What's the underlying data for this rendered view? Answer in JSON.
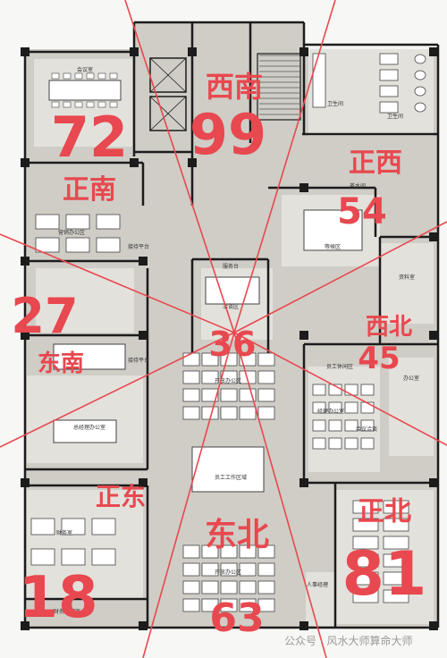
{
  "colors": {
    "floor": "#cfcdc6",
    "wall": "#1c1c1c",
    "overlay": "#e8484f",
    "room_fill": "#f4f3ef",
    "desk": "#ffffff"
  },
  "directions": [
    {
      "id": "southwest",
      "label": "西南"
    },
    {
      "id": "south",
      "label": "正南"
    },
    {
      "id": "west",
      "label": "正西"
    },
    {
      "id": "southeast",
      "label": "东南"
    },
    {
      "id": "northwest",
      "label": "西北"
    },
    {
      "id": "east",
      "label": "正东"
    },
    {
      "id": "northeast",
      "label": "东北"
    },
    {
      "id": "north",
      "label": "正北"
    }
  ],
  "numbers": {
    "southwest": "99",
    "south": "72",
    "west": "54",
    "southeast": "27",
    "center": "36",
    "northwest": "45",
    "east": "18",
    "northeast": "63",
    "north": "81"
  },
  "room_labels": {
    "meeting_room": "会议室",
    "general_office": "营销办公区",
    "reception_platform": "接待平台",
    "service_desk": "服务台",
    "conference": "洽谈区",
    "waiting": "等候区",
    "tea_room": "茶水间",
    "toilet_left": "卫生间",
    "toilet_right": "卫生间",
    "storage": "资料室",
    "staff_area": "员工休闲区",
    "exec_office": "总经理办公室",
    "reception_platform_2": "接待平台",
    "open_office_center": "开放办公区",
    "finance": "财务室",
    "finance_manager": "财务经理室",
    "staff_workstations": "员工工作区域",
    "open_office_south": "开放办公区",
    "hr_manager": "人事经理",
    "office_right": "办公室",
    "manager_office": "经理办公室",
    "meeting_right": "会议洽谈"
  },
  "watermark": "公众号 · 风水大师算命大师"
}
